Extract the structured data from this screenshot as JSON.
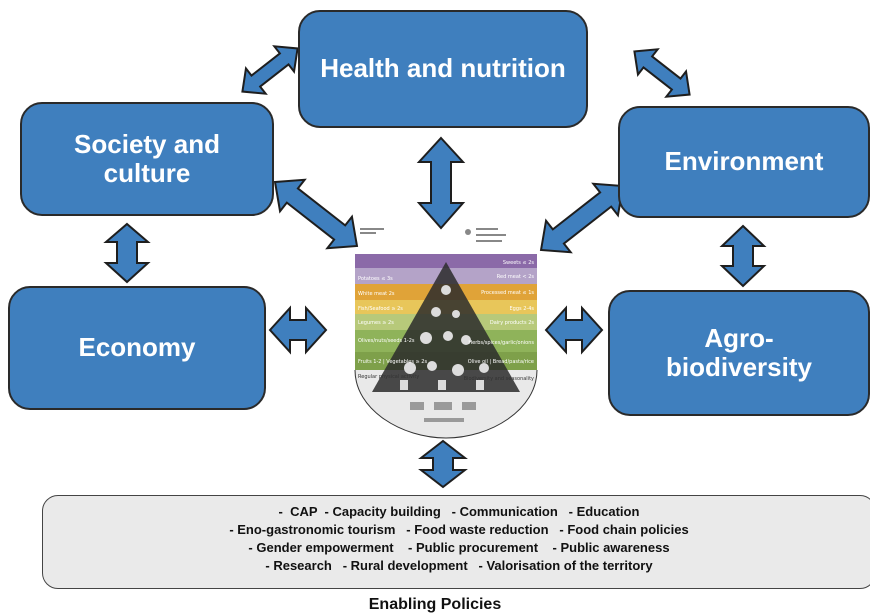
{
  "nodes": {
    "health": "Health and nutrition",
    "society": "Society and\nculture",
    "environment": "Environment",
    "economy": "Economy",
    "agro": "Agro-\nbiodiversity"
  },
  "policies": {
    "lines": [
      "-  CAP  - Capacity building   - Communication   - Education",
      "- Eno-gastronomic tourism   - Food waste reduction   - Food chain policies",
      "- Gender empowerment    - Public procurement    - Public awareness",
      "- Research   - Rural development   - Valorisation of the territory"
    ],
    "title": "Enabling Policies"
  },
  "pyramid": {
    "band_colors": [
      "#8b6aa8",
      "#b4a3c8",
      "#e0a338",
      "#e8c65a",
      "#b7c97a",
      "#8fb35a",
      "#7ea04a",
      "#e9e9e9"
    ],
    "left_labels": [
      "Potatoes ≤ 3s",
      "White meat 2s",
      "Fish/Seafood ≥ 2s",
      "Legumes ≥ 2s",
      "Olives/nuts/seeds 1-2s",
      "Fruits 1-2 | Vegetables ≥ 2s",
      "Regular physical activity"
    ],
    "right_labels": [
      "Sweets ≤ 2s",
      "Red meat < 2s",
      "Processed meat ≤ 1s",
      "Eggs 2-4s",
      "Dairy products 2s",
      "Herbs/spices/garlic/onions",
      "Olive oil | Bread/pasta/rice",
      "Biodiversity and seasonality"
    ]
  }
}
